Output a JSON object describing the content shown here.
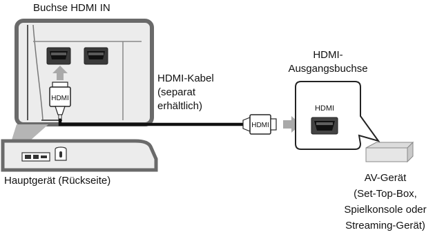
{
  "labels": {
    "hdmi_in_jack": "Buchse HDMI IN",
    "hdmi_cable": [
      "HDMI-Kabel",
      "(separat",
      "erhältlich)"
    ],
    "hdmi_out_jack": [
      "HDMI-",
      "Ausgangsbuchse"
    ],
    "main_unit": "Hauptgerät (Rückseite)",
    "av_device": [
      "AV-Gerät",
      "(Set-Top-Box,",
      "Spielkonsole oder",
      "Streaming-Gerät)"
    ]
  },
  "connector_text": {
    "plug_vertical": "HDMI",
    "plug_horizontal": "HDMI",
    "av_port": "HDMI"
  },
  "colors": {
    "panel_fill": "#ececec",
    "panel_border": "#6a6a6a",
    "arrow_gray": "#a9a9a9",
    "cable": "#111111"
  }
}
